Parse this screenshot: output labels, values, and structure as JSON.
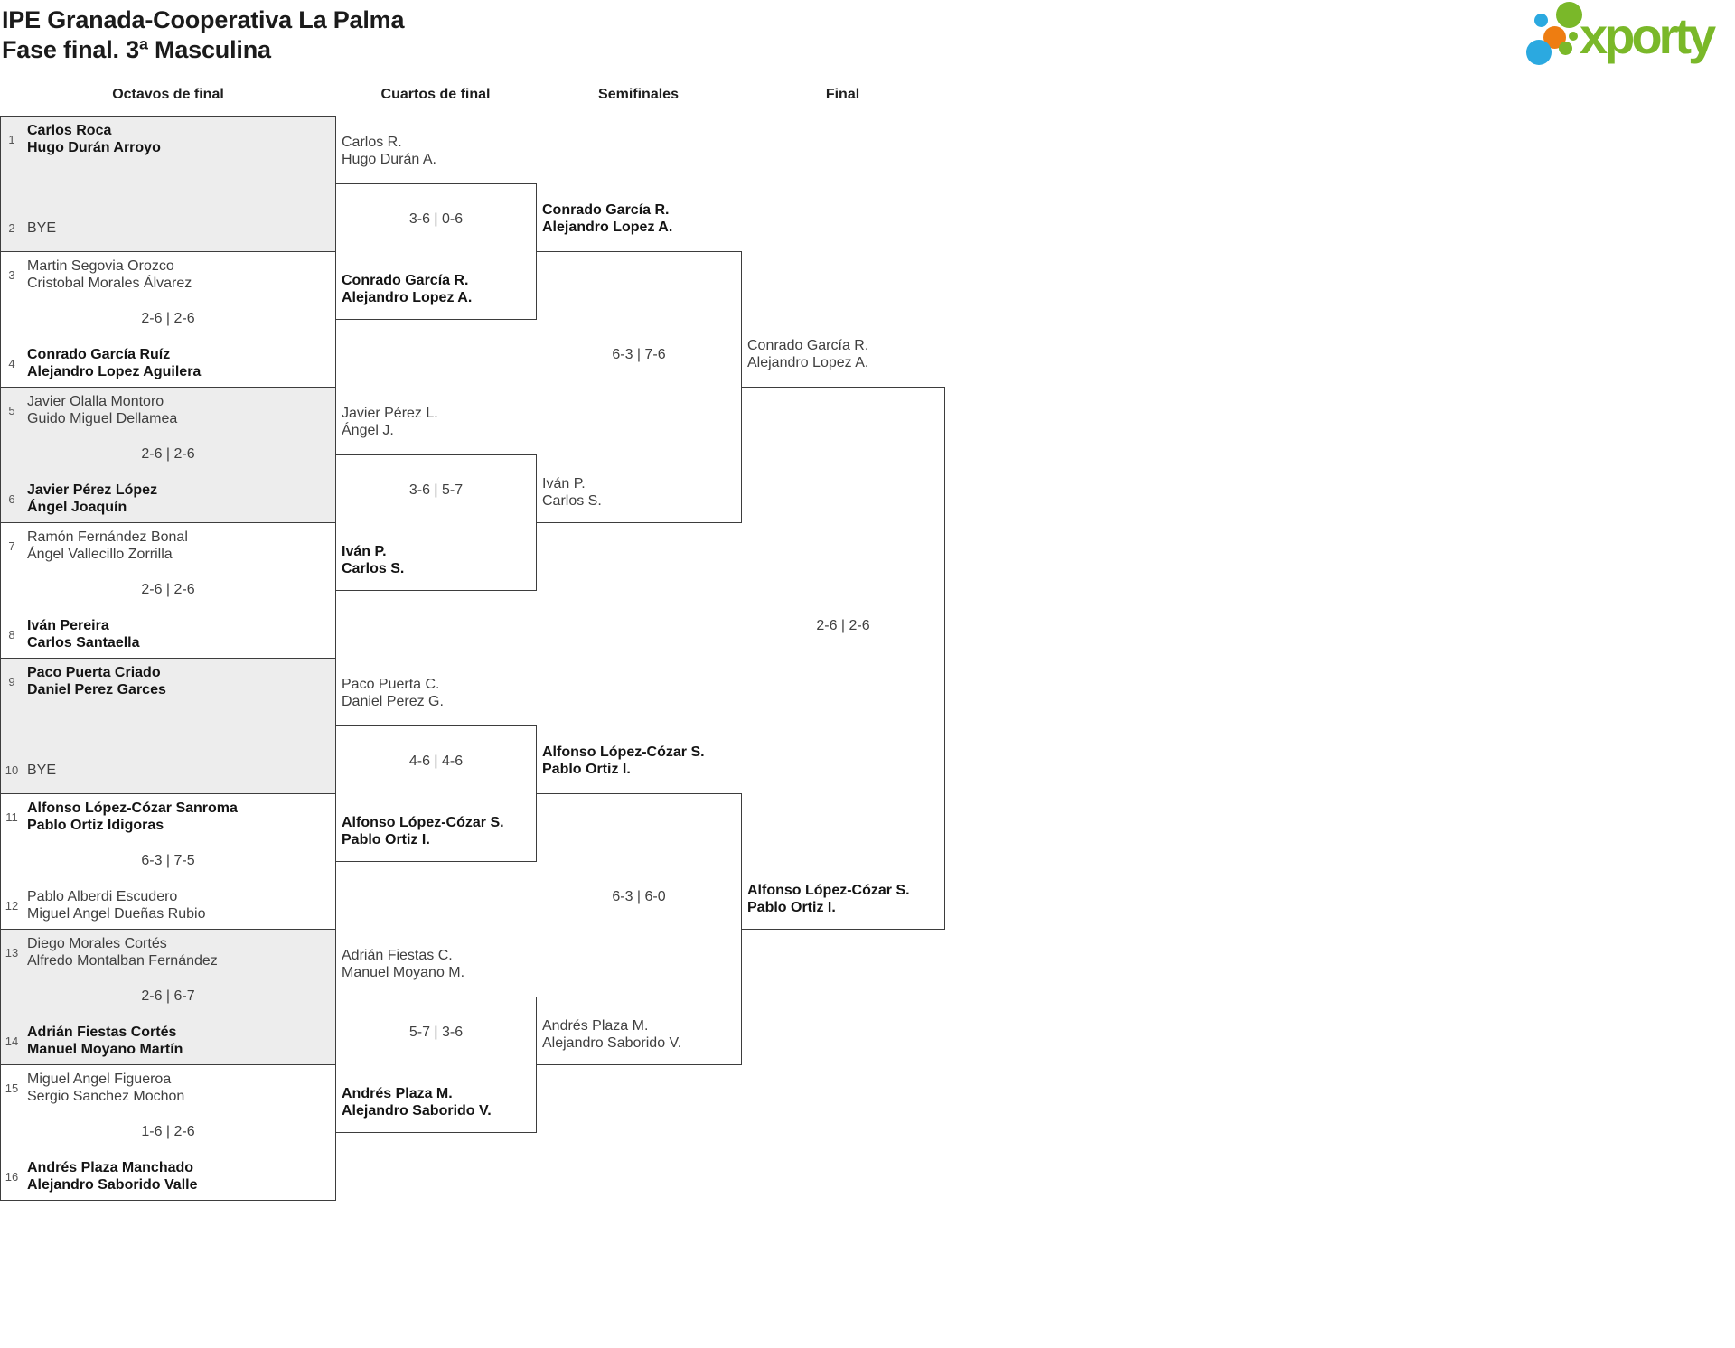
{
  "title": {
    "line1": "IPE Granada-Cooperativa La Palma",
    "line2": "Fase final. 3ª Masculina"
  },
  "logo": {
    "text": "xporty"
  },
  "colors": {
    "border": "#3d3d3d",
    "box_alt_fill": "#ededed",
    "text_regular": "#3f3f3f",
    "text_winner": "#141414",
    "seed_number": "#555555",
    "logo_green": "#7ab829",
    "logo_blue": "#2ba9e0",
    "logo_orange": "#ee7d11"
  },
  "round_headers": [
    "Octavos de final",
    "Cuartos de final",
    "Semifinales",
    "Final"
  ],
  "rounds": {
    "round_of_16": [
      {
        "seed_a": "1",
        "team_a": [
          "Carlos Roca",
          "Hugo Durán Arroyo"
        ],
        "a_winner": true,
        "seed_b": "2",
        "team_b": [
          "BYE"
        ],
        "b_winner": false,
        "score": ""
      },
      {
        "seed_a": "3",
        "team_a": [
          "Martin Segovia Orozco",
          "Cristobal Morales Álvarez"
        ],
        "a_winner": false,
        "seed_b": "4",
        "team_b": [
          "Conrado García Ruíz",
          "Alejandro Lopez Aguilera"
        ],
        "b_winner": true,
        "score": "2-6 | 2-6"
      },
      {
        "seed_a": "5",
        "team_a": [
          "Javier Olalla Montoro",
          "Guido Miguel Dellamea"
        ],
        "a_winner": false,
        "seed_b": "6",
        "team_b": [
          "Javier Pérez López",
          "Ángel Joaquín"
        ],
        "b_winner": true,
        "score": "2-6 | 2-6"
      },
      {
        "seed_a": "7",
        "team_a": [
          "Ramón Fernández Bonal",
          "Ángel Vallecillo Zorrilla"
        ],
        "a_winner": false,
        "seed_b": "8",
        "team_b": [
          "Iván Pereira",
          "Carlos Santaella"
        ],
        "b_winner": true,
        "score": "2-6 | 2-6"
      },
      {
        "seed_a": "9",
        "team_a": [
          "Paco Puerta Criado",
          "Daniel Perez Garces"
        ],
        "a_winner": true,
        "seed_b": "10",
        "team_b": [
          "BYE"
        ],
        "b_winner": false,
        "score": ""
      },
      {
        "seed_a": "11",
        "team_a": [
          "Alfonso López-Cózar Sanroma",
          "Pablo Ortiz Idigoras"
        ],
        "a_winner": true,
        "seed_b": "12",
        "team_b": [
          "Pablo Alberdi Escudero",
          "Miguel Angel Dueñas Rubio"
        ],
        "b_winner": false,
        "score": "6-3 | 7-5"
      },
      {
        "seed_a": "13",
        "team_a": [
          "Diego Morales Cortés",
          "Alfredo Montalban Fernández"
        ],
        "a_winner": false,
        "seed_b": "14",
        "team_b": [
          "Adrián Fiestas Cortés",
          "Manuel Moyano Martín"
        ],
        "b_winner": true,
        "score": "2-6 | 6-7"
      },
      {
        "seed_a": "15",
        "team_a": [
          "Miguel Angel Figueroa",
          "Sergio Sanchez Mochon"
        ],
        "a_winner": false,
        "seed_b": "16",
        "team_b": [
          "Andrés Plaza Manchado",
          "Alejandro Saborido Valle"
        ],
        "b_winner": true,
        "score": "1-6 | 2-6"
      }
    ],
    "quarterfinals": [
      {
        "team_a": [
          "Carlos R.",
          "Hugo Durán A."
        ],
        "a_winner": false,
        "score": "3-6 | 0-6",
        "team_b": [
          "Conrado García R.",
          "Alejandro Lopez A."
        ],
        "b_winner": true
      },
      {
        "team_a": [
          "Javier Pérez L.",
          "Ángel J."
        ],
        "a_winner": false,
        "score": "3-6 | 5-7",
        "team_b": [
          "Iván P.",
          "Carlos S."
        ],
        "b_winner": true
      },
      {
        "team_a": [
          "Paco Puerta C.",
          "Daniel Perez G."
        ],
        "a_winner": false,
        "score": "4-6 | 4-6",
        "team_b": [
          "Alfonso López-Cózar S.",
          "Pablo Ortiz I."
        ],
        "b_winner": true
      },
      {
        "team_a": [
          "Adrián Fiestas C.",
          "Manuel Moyano M."
        ],
        "a_winner": false,
        "score": "5-7 | 3-6",
        "team_b": [
          "Andrés Plaza M.",
          "Alejandro Saborido V."
        ],
        "b_winner": true
      }
    ],
    "semifinals": [
      {
        "team_a": [
          "Conrado García R.",
          "Alejandro Lopez A."
        ],
        "a_winner": true,
        "score": "6-3 | 7-6",
        "team_b": [
          "Iván P.",
          "Carlos S."
        ],
        "b_winner": false
      },
      {
        "team_a": [
          "Alfonso López-Cózar S.",
          "Pablo Ortiz I."
        ],
        "a_winner": true,
        "score": "6-3 | 6-0",
        "team_b": [
          "Andrés Plaza M.",
          "Alejandro Saborido V."
        ],
        "b_winner": false
      }
    ],
    "final": [
      {
        "team_a": [
          "Conrado García R.",
          "Alejandro Lopez A."
        ],
        "a_winner": false,
        "score": "2-6 | 2-6",
        "team_b": [
          "Alfonso López-Cózar S.",
          "Pablo Ortiz I."
        ],
        "b_winner": true
      }
    ]
  }
}
